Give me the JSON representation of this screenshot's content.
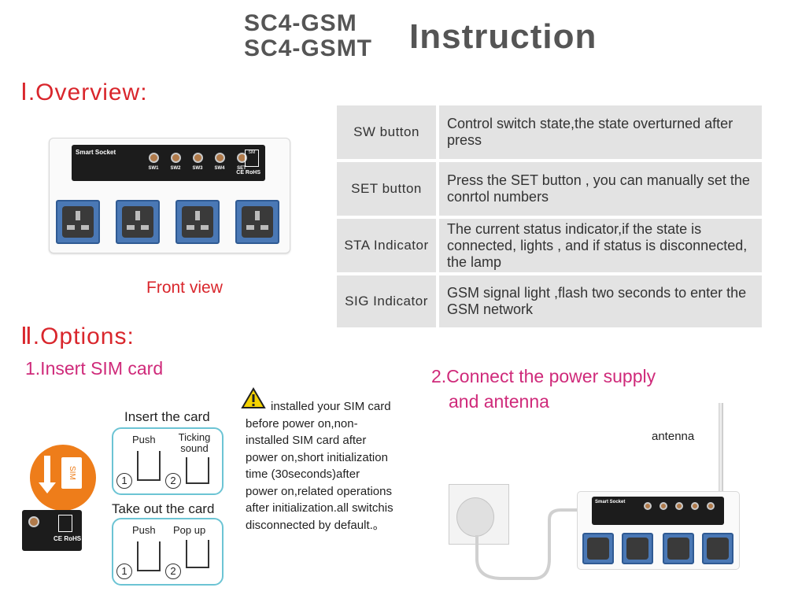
{
  "header": {
    "model_line1": "SC4-GSM",
    "model_line2": "SC4-GSMT",
    "title": "Instruction"
  },
  "overview": {
    "heading": "Ⅰ.Overview:",
    "front_view_label": "Front view",
    "device_brand": "Smart Socket",
    "buttons": [
      "SW1",
      "SW2",
      "SW3",
      "SW4",
      "SET"
    ],
    "sim_label": "SIM",
    "ce_label": "CE RoHS"
  },
  "table": [
    {
      "key": "SW button",
      "value": "Control switch state,the state overturned after press"
    },
    {
      "key": "SET  button",
      "value": "Press the SET button , you can manually set the conrtol numbers"
    },
    {
      "key": "STA Indicator",
      "value": "The current status indicator,if the state is connected, lights , and if status is disconnected, the lamp"
    },
    {
      "key": "SIG Indicator",
      "value": "GSM signal light ,flash two seconds to enter the GSM network"
    }
  ],
  "options": {
    "heading": "Ⅱ.Options:",
    "insert_title": "1.Insert SIM card",
    "insert_card_label": "Insert the card",
    "push_label": "Push",
    "ticking_label": "Ticking sound",
    "take_out_label": "Take out the card",
    "push2_label": "Push",
    "popup_label": "Pop up",
    "step1": "1",
    "step2": "2",
    "sim_card_text": "SIM",
    "note": "installed your SIM card before power on,non-installed SIM card after power on,short initialization time (30seconds)after power on,related operations after initialization.all switchis disconnected  by default.。",
    "power_title_line1": "2.Connect the power supply",
    "power_title_line2": "and antenna",
    "antenna_label": "antenna"
  },
  "colors": {
    "section_red": "#d9262c",
    "sub_pink": "#cf2a7a",
    "socket_blue": "#4a78b5",
    "orange": "#ee7d1a",
    "diagram_teal": "#6cc4d4"
  }
}
